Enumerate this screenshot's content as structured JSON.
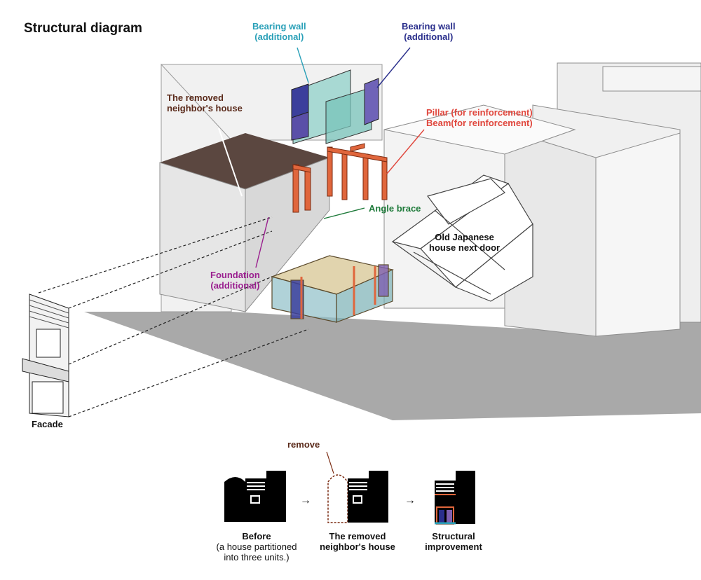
{
  "title": "Structural diagram",
  "labels": {
    "bearing_wall_a": [
      "Bearing wall",
      "(additional)"
    ],
    "bearing_wall_b": [
      "Bearing wall",
      "(additional)"
    ],
    "removed_house": [
      "The removed",
      "neighbor's house"
    ],
    "pillar_beam": [
      "Pillar (for reinforcement)",
      "Beam(for reinforcement)"
    ],
    "angle_brace": "Angle brace",
    "old_house": [
      "Old Japanese",
      "house next door"
    ],
    "foundation": [
      "Foundation",
      "(additional)"
    ],
    "facade": "Facade"
  },
  "steps": {
    "remove_label": "remove",
    "before": {
      "title": "Before",
      "note": [
        "(a house partitioned",
        "into three units.)"
      ]
    },
    "removed": {
      "title": [
        "The removed",
        "neighbor's house"
      ]
    },
    "improved": {
      "title": [
        "Structural",
        "improvement"
      ]
    },
    "arrow": "→"
  },
  "colors": {
    "bearing_wall_cyan": "#2aa0b8",
    "bearing_wall_navy": "#2a2f8c",
    "removed_house": "#5a2a1a",
    "pillar_beam": "#e0463c",
    "angle_brace": "#1e7a3a",
    "foundation": "#9a1f8f",
    "brown_roof": "#5b4740",
    "text": "#111111"
  }
}
